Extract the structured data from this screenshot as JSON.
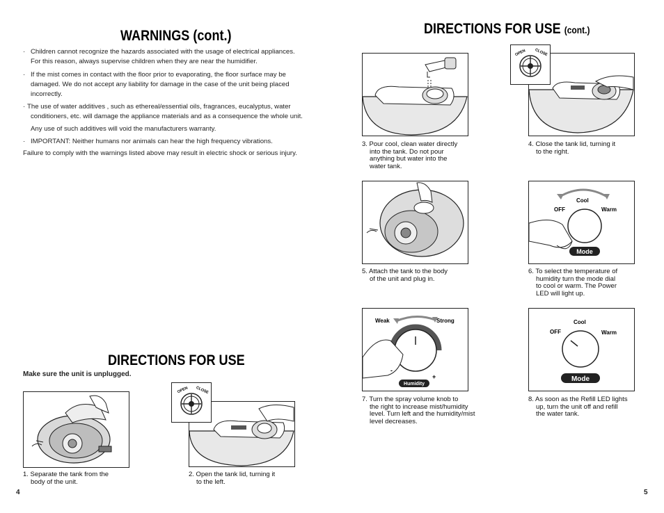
{
  "left_page": {
    "warnings_heading": "WARNINGS (cont.)",
    "warnings": [
      {
        "bullet": "·",
        "lines": [
          "Children cannot recognize the hazards associated with the usage of electrical appliances.",
          "For this reason, always supervise children when they are near the humidifier."
        ]
      },
      {
        "bullet": "·",
        "lines": [
          "If the mist comes in contact with the floor prior to evaporating, the floor surface may be",
          "damaged. We do not accept any liability for damage in the case of the unit being placed",
          "incorrectly."
        ]
      },
      {
        "bullet": "·",
        "lines": [
          "The use of water additives , such as ethereal/essential oils, fragrances, eucalyptus, water",
          "conditioners, etc. will damage the appliance materials and as a consequence the whole unit.",
          "Any use of such additives will void the manufacturers warranty."
        ]
      },
      {
        "bullet": "·",
        "lines": [
          "IMPORTANT: Neither humans nor animals can hear the high frequency vibrations."
        ]
      }
    ],
    "failure_note": "Failure to comply with the warnings listed above may result in electric shock or serious injury.",
    "directions_heading": "DIRECTIONS FOR USE",
    "unplug_note": "Make sure the unit is unplugged.",
    "steps": [
      {
        "lines": [
          "1. Separate the tank from the",
          "body of the unit."
        ]
      },
      {
        "lines": [
          "2. Open the tank lid, turning it",
          "to the left."
        ]
      }
    ],
    "page_number": "4"
  },
  "right_page": {
    "directions_heading": "DIRECTIONS FOR USE",
    "directions_heading_suffix": "(cont.)",
    "steps": [
      {
        "lines": [
          "3. Pour cool, clean water directly",
          "into the tank. Do not pour",
          "anything but water into the",
          "water tank."
        ]
      },
      {
        "lines": [
          "4. Close the tank lid, turning it",
          "to the right."
        ]
      },
      {
        "lines": [
          "5. Attach the tank to the body",
          "of the unit and plug in."
        ]
      },
      {
        "lines": [
          "6. To select the temperature of",
          "humidity turn the mode dial",
          "to cool or warm. The Power",
          "LED will light up."
        ]
      },
      {
        "lines": [
          "7. Turn the spray volume knob to",
          "the right to increase mist/humidity",
          "level. Turn left and the humidity/mist",
          "level decreases."
        ]
      },
      {
        "lines": [
          "8. As soon as the Refill LED lights",
          "up, turn the unit off and refill",
          "the water tank."
        ]
      }
    ],
    "page_number": "5"
  },
  "illustration_labels": {
    "open": "OPEN",
    "close": "CLOSE",
    "cool": "Cool",
    "off": "OFF",
    "warm": "Warm",
    "mode": "Mode",
    "weak": "Weak",
    "strong": "Strong",
    "humidity": "Humidity",
    "minus": "-",
    "plus": "+"
  }
}
